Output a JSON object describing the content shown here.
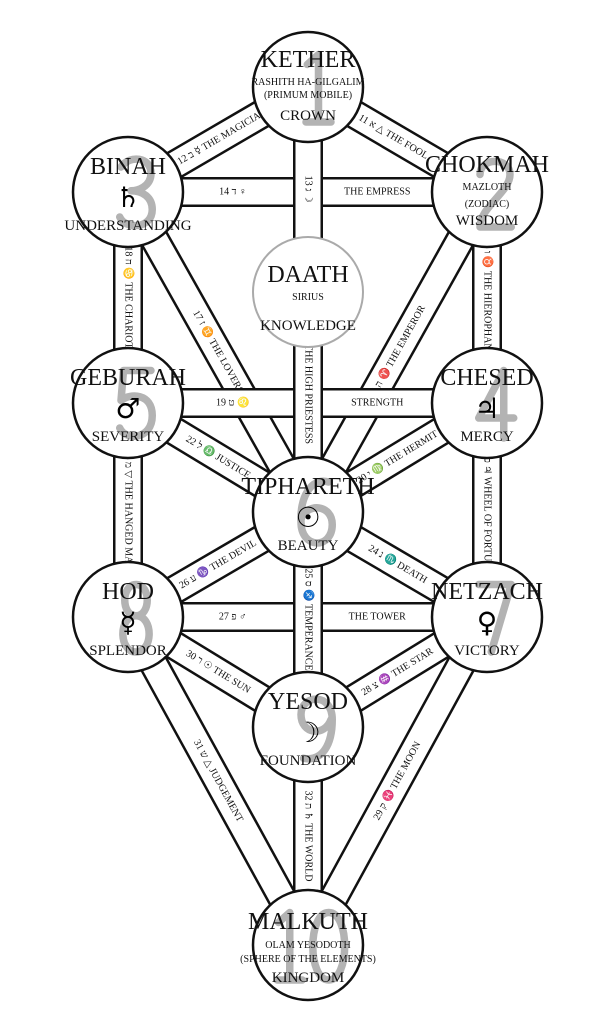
{
  "title": "Tree of Life",
  "colors": {
    "line": "#111111",
    "daath": "#aaaaaa",
    "number": "#b3b3b3",
    "background": "#ffffff"
  },
  "sephiroth": [
    {
      "id": "kether",
      "number": "1",
      "name": "KETHER",
      "lines": [
        "RASHITH HA-GILGALIM",
        "(PRIMUM MOBILE)"
      ],
      "title": "CROWN",
      "symbol": ""
    },
    {
      "id": "chokmah",
      "number": "2",
      "name": "CHOKMAH",
      "lines": [
        "MAZLOTH",
        "(ZODIAC)"
      ],
      "title": "WISDOM",
      "symbol": ""
    },
    {
      "id": "binah",
      "number": "3",
      "name": "BINAH",
      "lines": [],
      "title": "UNDERSTANDING",
      "symbol": "♄"
    },
    {
      "id": "daath",
      "number": "",
      "name": "DAATH",
      "lines": [
        "SIRIUS"
      ],
      "title": "KNOWLEDGE",
      "symbol": ""
    },
    {
      "id": "chesed",
      "number": "4",
      "name": "CHESED",
      "lines": [],
      "title": "MERCY",
      "symbol": "♃"
    },
    {
      "id": "geburah",
      "number": "5",
      "name": "GEBURAH",
      "lines": [],
      "title": "SEVERITY",
      "symbol": "♂"
    },
    {
      "id": "tiphareth",
      "number": "6",
      "name": "TIPHARETH",
      "lines": [],
      "title": "BEAUTY",
      "symbol": "☉"
    },
    {
      "id": "netzach",
      "number": "7",
      "name": "NETZACH",
      "lines": [],
      "title": "VICTORY",
      "symbol": "♀"
    },
    {
      "id": "hod",
      "number": "8",
      "name": "HOD",
      "lines": [],
      "title": "SPLENDOR",
      "symbol": "☿"
    },
    {
      "id": "yesod",
      "number": "9",
      "name": "YESOD",
      "lines": [],
      "title": "FOUNDATION",
      "symbol": "☽"
    },
    {
      "id": "malkuth",
      "number": "10",
      "name": "MALKUTH",
      "lines": [
        "OLAM YESODOTH",
        "(SPHERE OF  THE  ELEMENTS)"
      ],
      "title": "KINGDOM",
      "symbol": ""
    }
  ],
  "paths": [
    {
      "number": 11,
      "from": "kether",
      "to": "chokmah",
      "parts": [
        "11 א △ THE FOOL"
      ]
    },
    {
      "number": 12,
      "from": "binah",
      "to": "kether",
      "parts": [
        "12 ב ☿ THE MAGICIAN"
      ]
    },
    {
      "number": 14,
      "from": "binah",
      "to": "chokmah",
      "parts": [
        "14 ד ♀",
        "THE EMPRESS"
      ]
    },
    {
      "number": 15,
      "from": "tiphareth",
      "to": "chokmah",
      "parts": [
        "15 ה ♈ THE EMPEROR"
      ]
    },
    {
      "number": 17,
      "from": "binah",
      "to": "tiphareth",
      "parts": [
        "17 ז ♊ THE LOVERS"
      ]
    },
    {
      "number": 19,
      "from": "geburah",
      "to": "chesed",
      "parts": [
        "19 ט ♌",
        "STRENGTH"
      ]
    },
    {
      "number": 20,
      "from": "tiphareth",
      "to": "chesed",
      "parts": [
        "20 י ♍ THE HERMIT"
      ]
    },
    {
      "number": 22,
      "from": "geburah",
      "to": "tiphareth",
      "parts": [
        "22 ל ♎ JUSTICE"
      ]
    },
    {
      "number": 24,
      "from": "tiphareth",
      "to": "netzach",
      "parts": [
        "24 נ ♏ DEATH"
      ]
    },
    {
      "number": 26,
      "from": "hod",
      "to": "tiphareth",
      "parts": [
        "26 ע ♑ THE DEVIL"
      ]
    },
    {
      "number": 27,
      "from": "hod",
      "to": "netzach",
      "parts": [
        "27 פ ♂",
        "THE TOWER"
      ]
    },
    {
      "number": 28,
      "from": "yesod",
      "to": "netzach",
      "parts": [
        "28 צ ♒ THE STAR"
      ]
    },
    {
      "number": 30,
      "from": "hod",
      "to": "yesod",
      "parts": [
        "30 ר ☉ THE SUN"
      ]
    },
    {
      "number": 31,
      "from": "hod",
      "to": "malkuth",
      "parts": [
        "31 ש △ JUDGEMENT"
      ]
    },
    {
      "number": 29,
      "from": "malkuth",
      "to": "netzach",
      "parts": [
        "29 ק ♓ THE MOON"
      ]
    },
    {
      "number": 18,
      "from": "binah",
      "to": "geburah",
      "parts": [
        "18 ח ♋ THE CHARIOT"
      ]
    },
    {
      "number": 16,
      "from": "chokmah",
      "to": "chesed",
      "parts": [
        "16 ו ♉ THE HIEROPHANT"
      ]
    },
    {
      "number": 23,
      "from": "geburah",
      "to": "hod",
      "parts": [
        "23 מ ▽ THE HANGED MAN"
      ]
    },
    {
      "number": 21,
      "from": "chesed",
      "to": "netzach",
      "parts": [
        "21 כ ♃ WHEEL OF FORTUNE"
      ]
    },
    {
      "number": 13,
      "from": "kether",
      "to": "tiphareth",
      "parts": [
        "13 ג ☽",
        "THE HIGH PRIESTESS"
      ]
    },
    {
      "number": 25,
      "from": "tiphareth",
      "to": "yesod",
      "parts": [
        "25 ס ♐ TEMPERANCE"
      ]
    },
    {
      "number": 32,
      "from": "yesod",
      "to": "malkuth",
      "parts": [
        "32 ת ♄ THE WORLD"
      ]
    }
  ]
}
